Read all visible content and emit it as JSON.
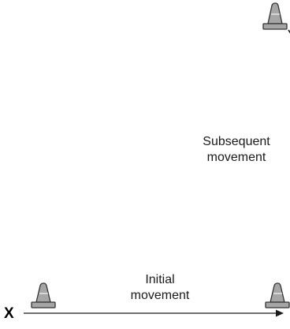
{
  "labels": {
    "subsequent": [
      "Subsequent",
      "movement"
    ],
    "initial": [
      "Initial",
      "movement"
    ],
    "start_point": "X"
  },
  "colors": {
    "cone_fill": "#a6a6a6",
    "cone_stroke": "#333333",
    "arrow": "#1a1a1a",
    "text": "#1a1a1a"
  },
  "icons": {
    "cone": "traffic-cone-icon",
    "arrow": "arrow-right-icon"
  }
}
